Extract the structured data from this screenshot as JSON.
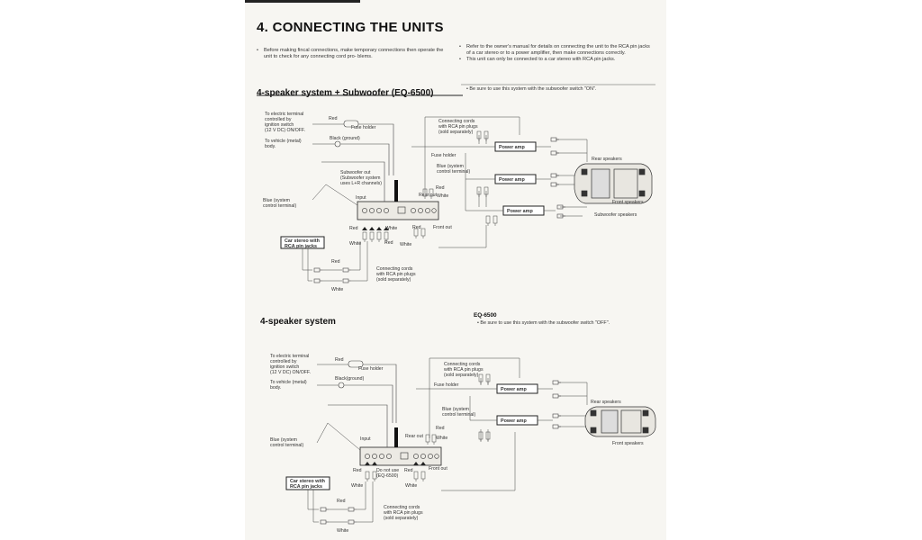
{
  "page": {
    "title": "4. CONNECTING THE UNITS",
    "notes_left": [
      "Before making fincal connections, make temporary connections then operate the unit to check for any connecting cord pro- blems."
    ],
    "notes_right": [
      "Refer to the owner's manual for details on connecting the unit to the RCA pin jacks of a car stereo or to a power amplifier, then make connections correctly.",
      "This unit can only be connected to a car stereo with RCA pin jacks."
    ]
  },
  "section1": {
    "title": "4-speaker system + Subwoofer (EQ-6500)",
    "note": "Be sure to use this system with the subwoofer switch \"ON\".",
    "labels": {
      "electric": [
        "To electric terminal",
        "controlled by",
        "ignition switch",
        "(12 V DC) ON/OFF."
      ],
      "red": "Red",
      "fuse": "Fuse holder",
      "vehicle": [
        "To vehicle (metal)",
        "body."
      ],
      "black": "Black (ground)",
      "sub_out": [
        "Subwoofer out",
        "(Subwoofer system",
        "uses L+R channels)"
      ],
      "input": "Input",
      "rear_out": "Rear out",
      "front_out": "Front out",
      "white": "White",
      "blue": [
        "Blue (system",
        "control terminal)"
      ],
      "cords_top": [
        "Connecting cords",
        "with RCA pin plugs",
        "(sold separately)"
      ],
      "cords_bottom": [
        "Connecting cords",
        "with RCA pin plugs",
        "(sold separately)"
      ],
      "fuse2": "Fuse holder",
      "blue2": [
        "Blue (system",
        "control terminal)"
      ],
      "amp": "Power amp",
      "rear_speakers": "Rear speakers",
      "front_speakers": "Front speakers",
      "sub_speakers": "Subwoofer speakers",
      "car_stereo": [
        "Car stereo with",
        "RCA pin jacks"
      ]
    }
  },
  "section2": {
    "title": "4-speaker system",
    "model": "EQ-6500",
    "note": "Be sure to use this system with the subwoofer switch \"OFF\".",
    "labels": {
      "electric": [
        "To electric terminal",
        "controlled by",
        "ignition switch",
        "(12 V DC) ON/OFF."
      ],
      "red": "Red",
      "fuse": "Fuse holder",
      "vehicle": [
        "To vehicle (metal)",
        "body."
      ],
      "black": "Black(ground)",
      "input": "Input",
      "rear_out": "Rear out",
      "front_out": "Front out",
      "white": "White",
      "blue": [
        "Blue (system",
        "control terminal)"
      ],
      "cords_top": [
        "Connecting cords",
        "with RCA pin plugs",
        "(sold separately)"
      ],
      "cords_bottom": [
        "Connecting cords",
        "with RCA pin plugs",
        "(sold separately)"
      ],
      "fuse2": "Fuse holder",
      "blue2": [
        "Blue (system",
        "control terminal)"
      ],
      "amp": "Power amp",
      "rear_speakers": "Rear speakers",
      "front_speakers": "Front speakers",
      "do_not_use": [
        "Do not use",
        "(EQ-6500)"
      ],
      "car_stereo": [
        "Car stereo with",
        "RCA pin jacks"
      ]
    }
  }
}
